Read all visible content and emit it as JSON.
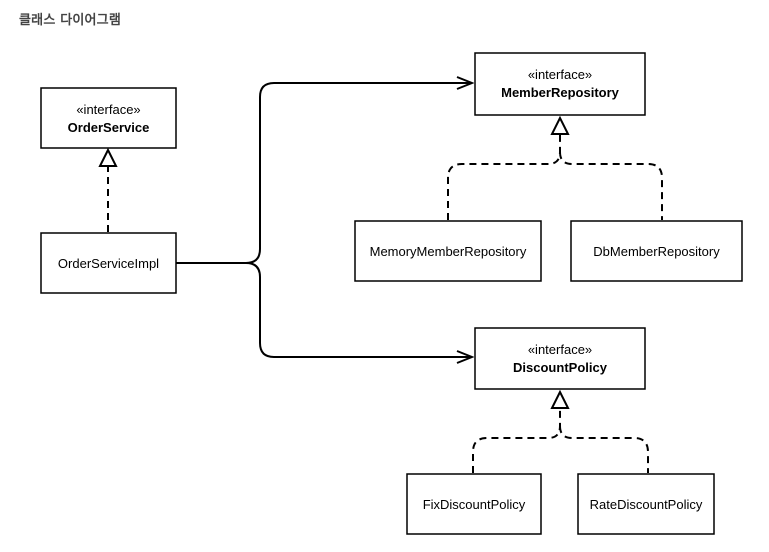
{
  "page": {
    "heading": "클래스 다이어그램"
  },
  "diagram": {
    "stereotype": "«interface»",
    "nodes": {
      "order_service": {
        "name": "OrderService"
      },
      "order_service_impl": {
        "name": "OrderServiceImpl"
      },
      "member_repository": {
        "name": "MemberRepository"
      },
      "memory_member_repository": {
        "name": "MemoryMemberRepository"
      },
      "db_member_repository": {
        "name": "DbMemberRepository"
      },
      "discount_policy": {
        "name": "DiscountPolicy"
      },
      "fix_discount_policy": {
        "name": "FixDiscountPolicy"
      },
      "rate_discount_policy": {
        "name": "RateDiscountPolicy"
      }
    }
  }
}
